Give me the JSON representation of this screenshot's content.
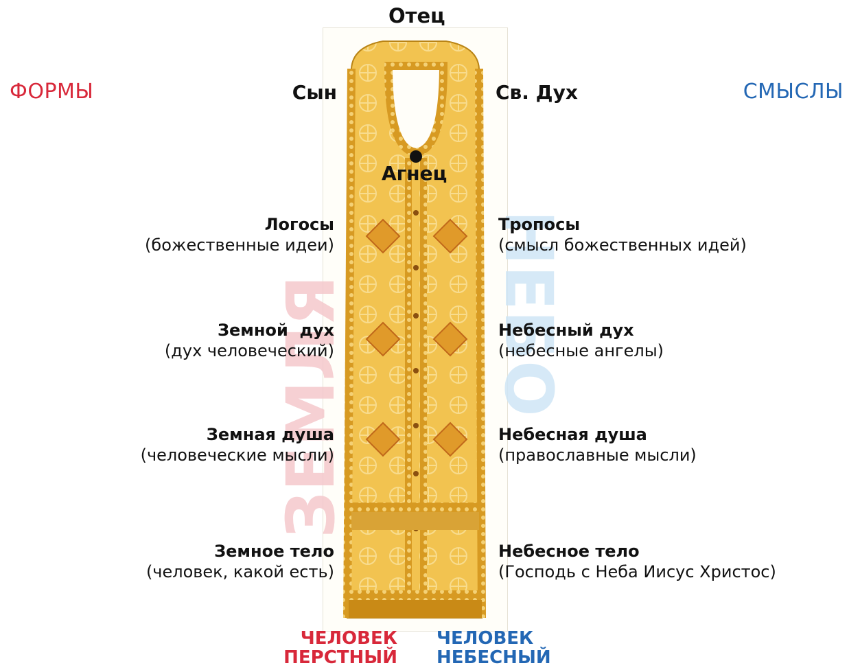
{
  "top_label": "Отец",
  "left_heading": "ФОРМЫ",
  "right_heading": "СМЫСЛЫ",
  "son_label": "Сын",
  "spirit_label": "Св. Дух",
  "lamb_label": "Агнец",
  "vertical_left": "ЗЕМЛЯ",
  "vertical_right": "НЕБО",
  "left_items": [
    {
      "title": "Логосы",
      "subtitle": "(божественные идеи)"
    },
    {
      "title": "Земной  дух",
      "subtitle": "(дух человеческий)"
    },
    {
      "title": "Земная душа",
      "subtitle": "(человеческие мысли)"
    },
    {
      "title": "Земное тело",
      "subtitle": "(человек, какой есть)"
    }
  ],
  "right_items": [
    {
      "title": "Тропосы",
      "subtitle": "(смысл божественных идей)"
    },
    {
      "title": "Небесный дух",
      "subtitle": "(небесные ангелы)"
    },
    {
      "title": "Небесная душа",
      "subtitle": "(православные мысли)"
    },
    {
      "title": "Небесное тело",
      "subtitle": "(Господь с Неба Иисус Христос)"
    }
  ],
  "bottom_left": {
    "line1": "ЧЕЛОВЕК",
    "line2": "ПЕРСТНЫЙ"
  },
  "bottom_right": {
    "line1": "ЧЕЛОВЕК",
    "line2": "НЕБЕСНЫЙ"
  },
  "colors": {
    "red": "#d8283a",
    "blue": "#2367b4",
    "gold": "#e6b43a",
    "braid": "#c98a16"
  }
}
